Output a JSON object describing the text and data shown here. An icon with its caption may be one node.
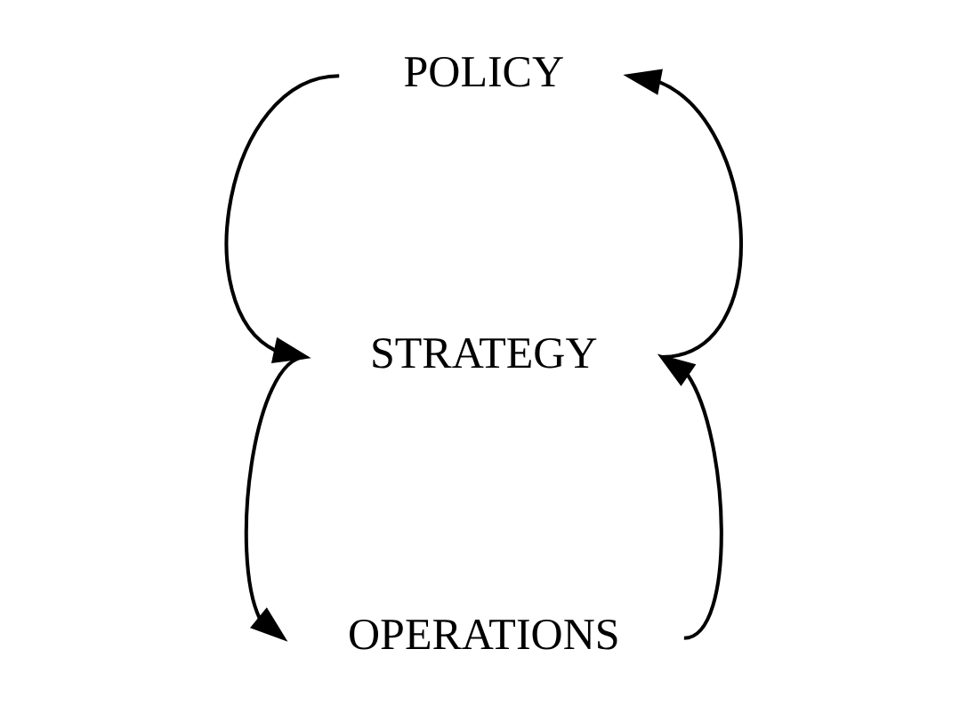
{
  "diagram": {
    "nodes": [
      {
        "text": [
          "POLICY"
        ]
      },
      {
        "text": [
          "STRATEGY"
        ]
      },
      {
        "text": [
          "OPERATIONS"
        ]
      }
    ],
    "edges": [
      {
        "from": 0,
        "to": 1,
        "arrow": "to"
      },
      {
        "from": 1,
        "to": 0,
        "arrow": "to"
      },
      {
        "from": 1,
        "to": 2,
        "arrow": "to"
      },
      {
        "from": 2,
        "to": 1,
        "arrow": "to"
      }
    ]
  }
}
